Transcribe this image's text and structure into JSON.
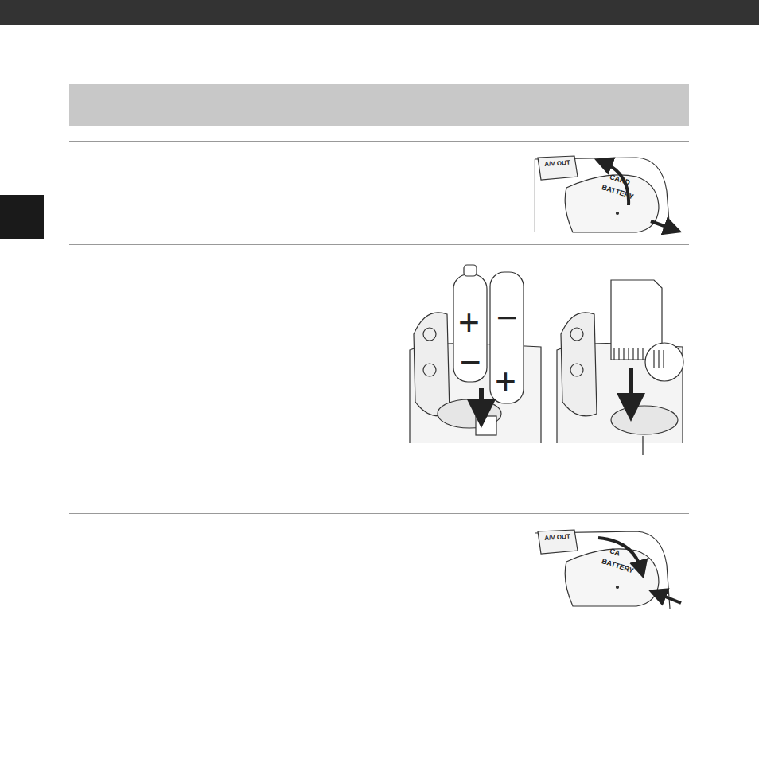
{
  "diagram": {
    "labels": [
      "A/V OUT",
      "CARD",
      "BATTERY",
      "+",
      "−",
      "−",
      "+",
      "A/V OUT",
      "CA",
      "BATTERY"
    ]
  }
}
